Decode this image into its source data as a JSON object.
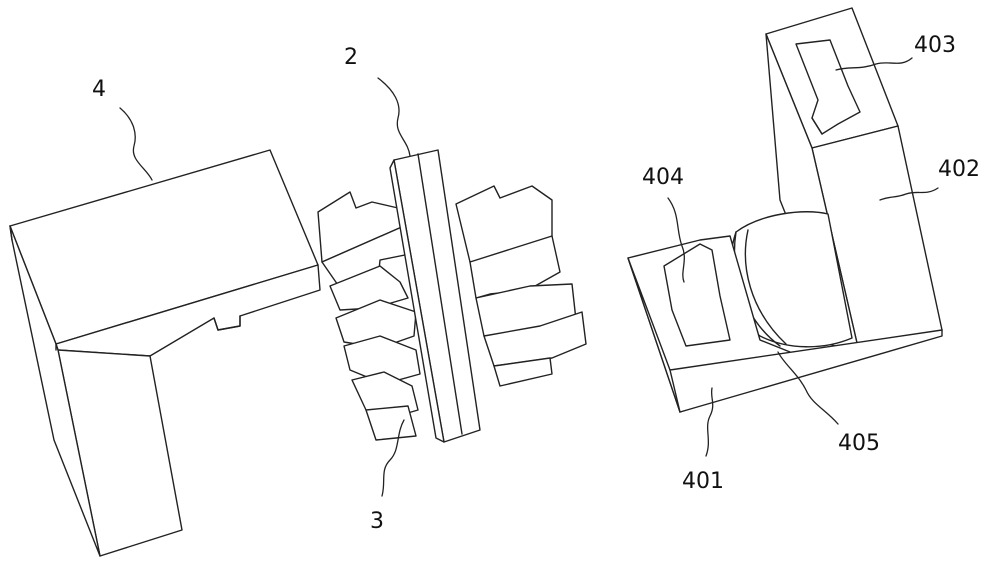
{
  "labels": {
    "part_2": "2",
    "part_3": "3",
    "part_4": "4",
    "part_401": "401",
    "part_402": "402",
    "part_403": "403",
    "part_404": "404",
    "part_405": "405"
  }
}
